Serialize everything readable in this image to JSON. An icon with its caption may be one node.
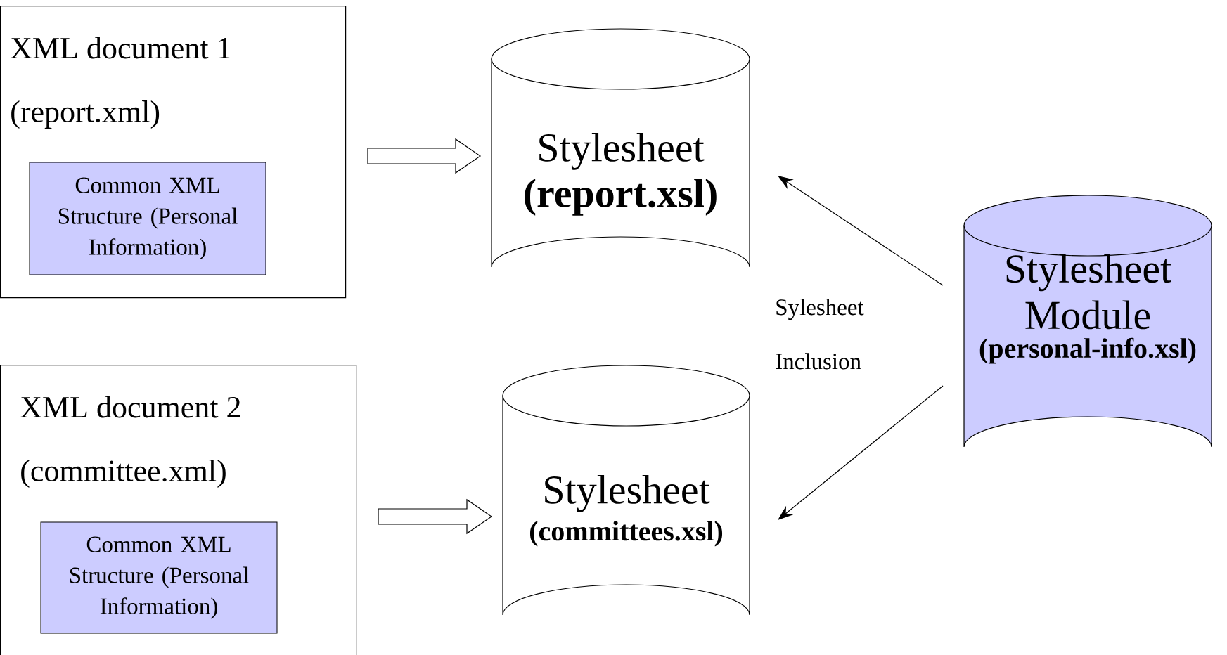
{
  "diagram": {
    "nodes": [
      {
        "text": [
          "XML document 1",
          "(report.xml)"
        ]
      },
      {
        "text": [
          "Common XML Structure (Personal Information)"
        ],
        "in": 0
      },
      {
        "text": [
          "XML document 2",
          "(committee.xml)"
        ]
      },
      {
        "text": [
          "Common XML Structure (Personal Information)"
        ],
        "in": 2
      },
      {
        "text": [
          "Stylesheet",
          "(report.xsl)"
        ]
      },
      {
        "text": [
          "Stylesheet",
          "(committees.xsl)"
        ]
      },
      {
        "text": [
          "Stylesheet Module",
          "(personal-info.xsl)"
        ]
      }
    ],
    "edges": [
      {
        "from": 0,
        "to": 4,
        "arrow": "to",
        "style": "thick"
      },
      {
        "from": 2,
        "to": 5,
        "arrow": "to",
        "style": "thick"
      },
      {
        "from": 6,
        "to": 4,
        "arrow": "to"
      },
      {
        "from": 6,
        "to": 5,
        "arrow": "to"
      }
    ],
    "labels": [
      "Sylesheet Inclusion"
    ]
  }
}
